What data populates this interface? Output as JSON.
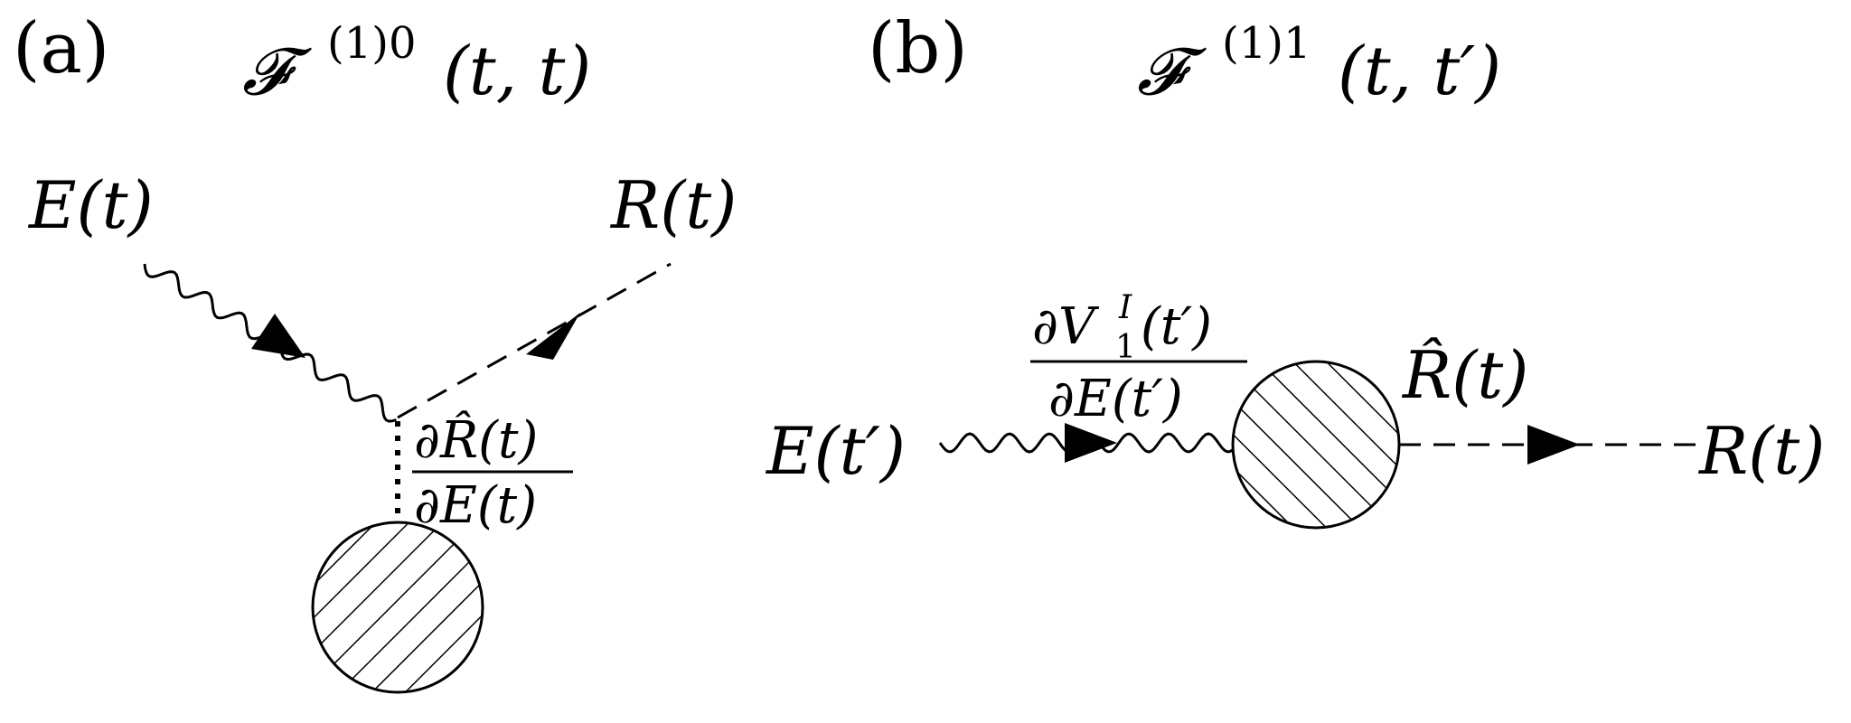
{
  "panel_a": {
    "label": "(a)",
    "title_symbol": "𝓕",
    "title_sup": "(1)0",
    "title_args": "(t, t)",
    "input_label": "E(t)",
    "output_label": "R(t)",
    "vertex_frac_num": "∂R̂(t)",
    "vertex_frac_den": "∂E(t)"
  },
  "panel_b": {
    "label": "(b)",
    "title_symbol": "𝓕",
    "title_sup": "(1)1",
    "title_args": "(t, t′)",
    "input_label": "E(t′)",
    "output_label": "R(t)",
    "blob_label": "R̂(t)",
    "vertex_frac_num": "∂V",
    "vertex_frac_num_sub": "1",
    "vertex_frac_num_sup": "I",
    "vertex_frac_num_args": "(t′)",
    "vertex_frac_den": "∂E(t′)"
  },
  "colors": {
    "ink": "#000000",
    "paper": "#ffffff"
  }
}
